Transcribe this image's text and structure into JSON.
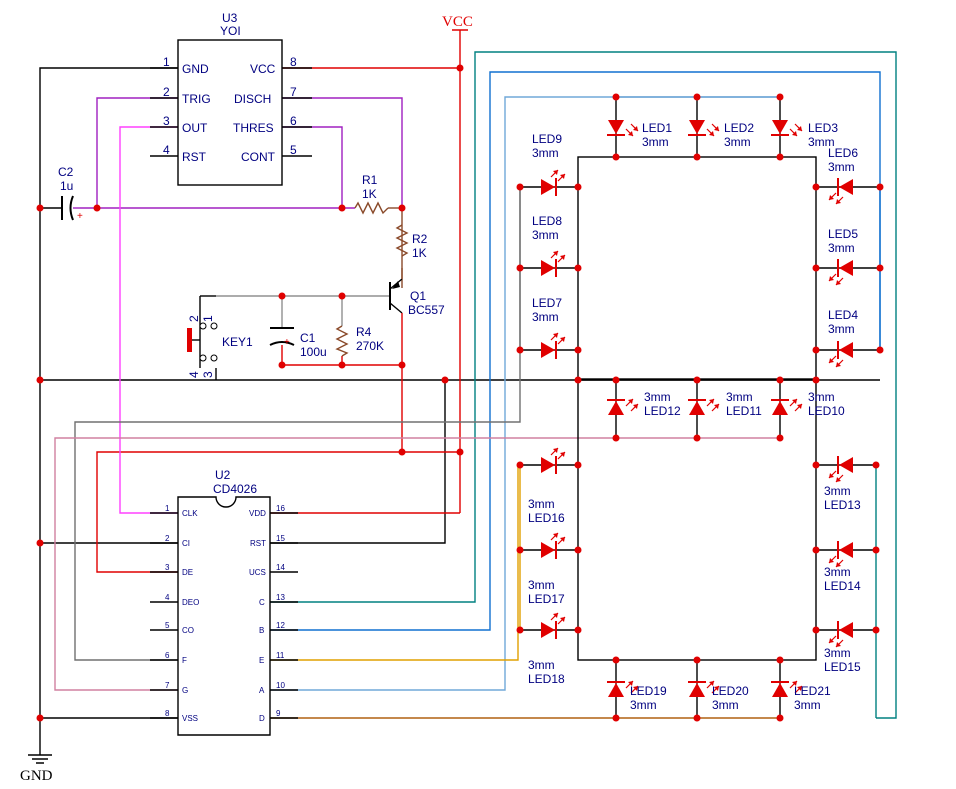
{
  "nets": {
    "vcc": "VCC",
    "gnd": "GND"
  },
  "colors": {
    "vcc": "#e00000",
    "gnd": "#000000",
    "trig": "#a020c0",
    "out": "#ff40ff",
    "res": "#8a4a2a",
    "key": "#909090",
    "led": "#e00000",
    "body": "#000080",
    "seg_c": "#008080",
    "seg_b": "#1070d0",
    "seg_a": "#70a8d8",
    "seg_e": "#e0a000",
    "seg_d": "#b06010",
    "seg_f": "#707070",
    "seg_g": "#d080a0"
  },
  "u3": {
    "ref": "U3",
    "value": "YOI",
    "pins_left": [
      {
        "num": "1",
        "name": "GND"
      },
      {
        "num": "2",
        "name": "TRIG"
      },
      {
        "num": "3",
        "name": "OUT"
      },
      {
        "num": "4",
        "name": "RST"
      }
    ],
    "pins_right": [
      {
        "num": "8",
        "name": "VCC"
      },
      {
        "num": "7",
        "name": "DISCH"
      },
      {
        "num": "6",
        "name": "THRES"
      },
      {
        "num": "5",
        "name": "CONT"
      }
    ]
  },
  "u2": {
    "ref": "U2",
    "value": "CD4026",
    "pins_left": [
      {
        "num": "1",
        "name": "CLK"
      },
      {
        "num": "2",
        "name": "CI"
      },
      {
        "num": "3",
        "name": "DE"
      },
      {
        "num": "4",
        "name": "DEO"
      },
      {
        "num": "5",
        "name": "CO"
      },
      {
        "num": "6",
        "name": "F"
      },
      {
        "num": "7",
        "name": "G"
      },
      {
        "num": "8",
        "name": "VSS"
      }
    ],
    "pins_right": [
      {
        "num": "16",
        "name": "VDD"
      },
      {
        "num": "15",
        "name": "RST"
      },
      {
        "num": "14",
        "name": "UCS"
      },
      {
        "num": "13",
        "name": "C"
      },
      {
        "num": "12",
        "name": "B"
      },
      {
        "num": "11",
        "name": "E"
      },
      {
        "num": "10",
        "name": "A"
      },
      {
        "num": "9",
        "name": "D"
      }
    ]
  },
  "passives": {
    "c2": {
      "ref": "C2",
      "value": "1u"
    },
    "r1": {
      "ref": "R1",
      "value": "1K"
    },
    "r2": {
      "ref": "R2",
      "value": "1K"
    },
    "q1": {
      "ref": "Q1",
      "value": "BC557"
    },
    "c1": {
      "ref": "C1",
      "value": "100u"
    },
    "r4": {
      "ref": "R4",
      "value": "270K"
    },
    "key1": {
      "ref": "KEY1",
      "pin1": "1",
      "pin2": "2",
      "pin3": "3",
      "pin4": "4"
    }
  },
  "leds": [
    {
      "ref": "LED1",
      "size": "3mm"
    },
    {
      "ref": "LED2",
      "size": "3mm"
    },
    {
      "ref": "LED3",
      "size": "3mm"
    },
    {
      "ref": "LED6",
      "size": "3mm"
    },
    {
      "ref": "LED5",
      "size": "3mm"
    },
    {
      "ref": "LED4",
      "size": "3mm"
    },
    {
      "ref": "LED9",
      "size": "3mm"
    },
    {
      "ref": "LED8",
      "size": "3mm"
    },
    {
      "ref": "LED7",
      "size": "3mm"
    },
    {
      "ref": "LED12",
      "size": "3mm"
    },
    {
      "ref": "LED11",
      "size": "3mm"
    },
    {
      "ref": "LED10",
      "size": "3mm"
    },
    {
      "ref": "LED16",
      "size": "3mm"
    },
    {
      "ref": "LED17",
      "size": "3mm"
    },
    {
      "ref": "LED18",
      "size": "3mm"
    },
    {
      "ref": "LED13",
      "size": "3mm"
    },
    {
      "ref": "LED14",
      "size": "3mm"
    },
    {
      "ref": "LED15",
      "size": "3mm"
    },
    {
      "ref": "LED19",
      "size": "3mm"
    },
    {
      "ref": "LED20",
      "size": "3mm"
    },
    {
      "ref": "LED21",
      "size": "3mm"
    }
  ]
}
